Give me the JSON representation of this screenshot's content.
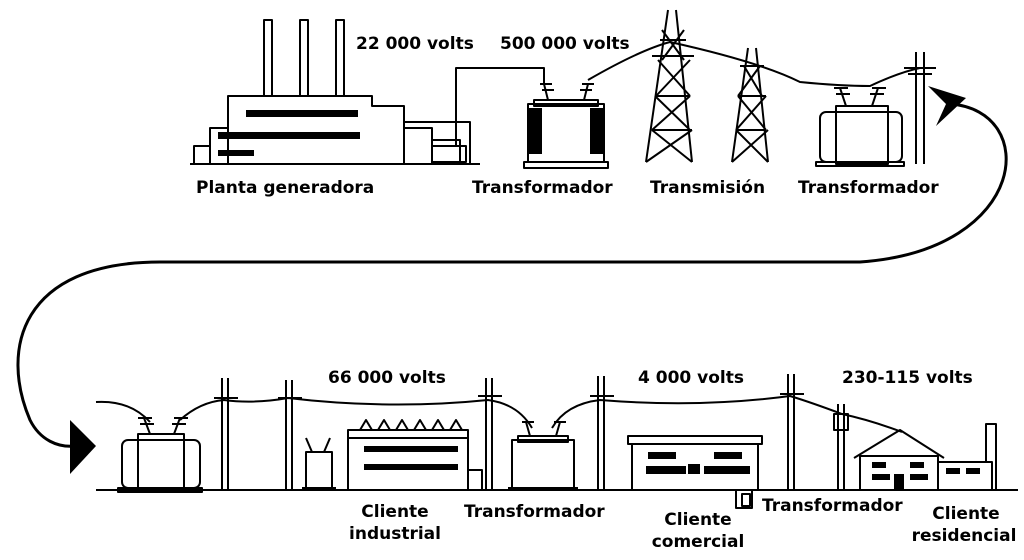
{
  "labels": {
    "planta": "Planta generadora",
    "transformador_1": "Transformador",
    "transmision": "Transmisión",
    "transformador_2": "Transformador",
    "transformador_3": "Transformador",
    "transformador_4": "Transformador",
    "cliente_industrial_1": "Cliente",
    "cliente_industrial_2": "industrial",
    "cliente_comercial_1": "Cliente",
    "cliente_comercial_2": "comercial",
    "cliente_residencial_1": "Cliente",
    "cliente_residencial_2": "residencial"
  },
  "voltages": {
    "v22000": "22 000 volts",
    "v500000": "500 000 volts",
    "v66000": "66 000 volts",
    "v4000": "4 000 volts",
    "v230": "230-115 volts"
  },
  "colors": {
    "ink": "#000000",
    "paper": "#ffffff"
  }
}
